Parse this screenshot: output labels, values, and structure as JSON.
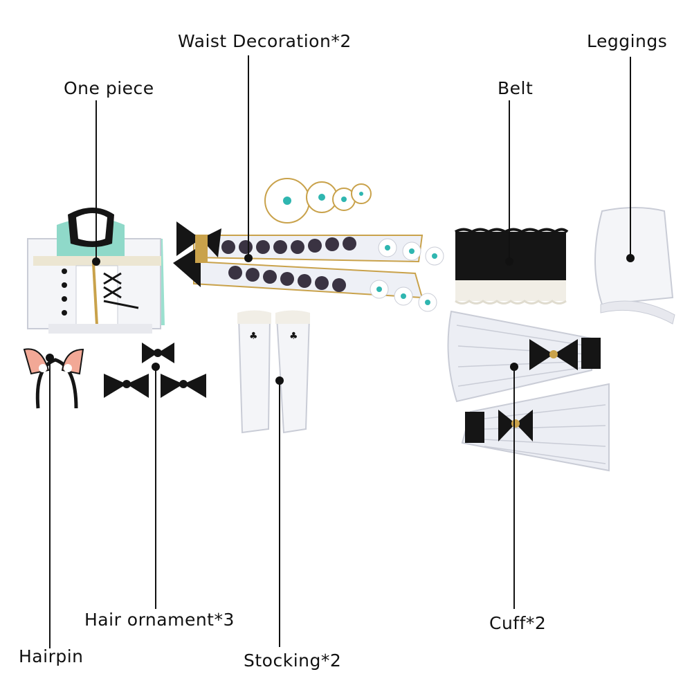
{
  "labels": {
    "waist_decoration": "Waist Decoration*2",
    "leggings": "Leggings",
    "one_piece": "One piece",
    "belt": "Belt",
    "hair_ornament": "Hair ornament*3",
    "hairpin": "Hairpin",
    "stocking": "Stocking*2",
    "cuff": "Cuff*2"
  },
  "colors": {
    "line": "#111111",
    "fabric_white": "#f2f3f7",
    "fabric_shadow": "#c9ccd6",
    "black": "#151515",
    "mint": "#8fd9c9",
    "gold": "#c9a24b",
    "teal_gem": "#2fb6b0",
    "ear_pink": "#f2a896",
    "purple_dot": "#3a3342"
  }
}
